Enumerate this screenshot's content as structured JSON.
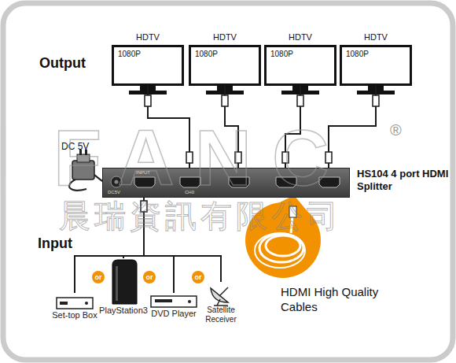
{
  "diagram": {
    "nodes": [
      {
        "text": [
          "HDTV",
          "1080P"
        ]
      },
      {
        "text": [
          "HDTV",
          "1080P"
        ]
      },
      {
        "text": [
          "HDTV",
          "1080P"
        ]
      },
      {
        "text": [
          "HDTV",
          "1080P"
        ]
      },
      {
        "text": [
          "HS104 4 port HDMI Splitter",
          "INPUT",
          "DC5V",
          "CH0"
        ]
      },
      {
        "text": [
          "Set-top Box"
        ]
      },
      {
        "text": [
          "PlayStation3"
        ]
      },
      {
        "text": [
          "DVD Player"
        ]
      },
      {
        "text": [
          "Satellite Receiver"
        ]
      }
    ],
    "edges": [
      {
        "from": 4,
        "to": 0,
        "arrow": "none"
      },
      {
        "from": 4,
        "to": 1,
        "arrow": "none"
      },
      {
        "from": 4,
        "to": 2,
        "arrow": "none"
      },
      {
        "from": 4,
        "to": 3,
        "arrow": "none"
      },
      {
        "from": 5,
        "to": 4,
        "arrow": "none"
      },
      {
        "from": 6,
        "to": 4,
        "arrow": "none"
      },
      {
        "from": 7,
        "to": 4,
        "arrow": "none"
      },
      {
        "from": 8,
        "to": 4,
        "arrow": "none"
      }
    ],
    "labels": [
      "Output",
      "DC 5V",
      "Input",
      "or",
      "or",
      "or",
      "HDMI High Quality Cables",
      "FANC",
      "®",
      "晨瑞資訊有限公司"
    ]
  }
}
